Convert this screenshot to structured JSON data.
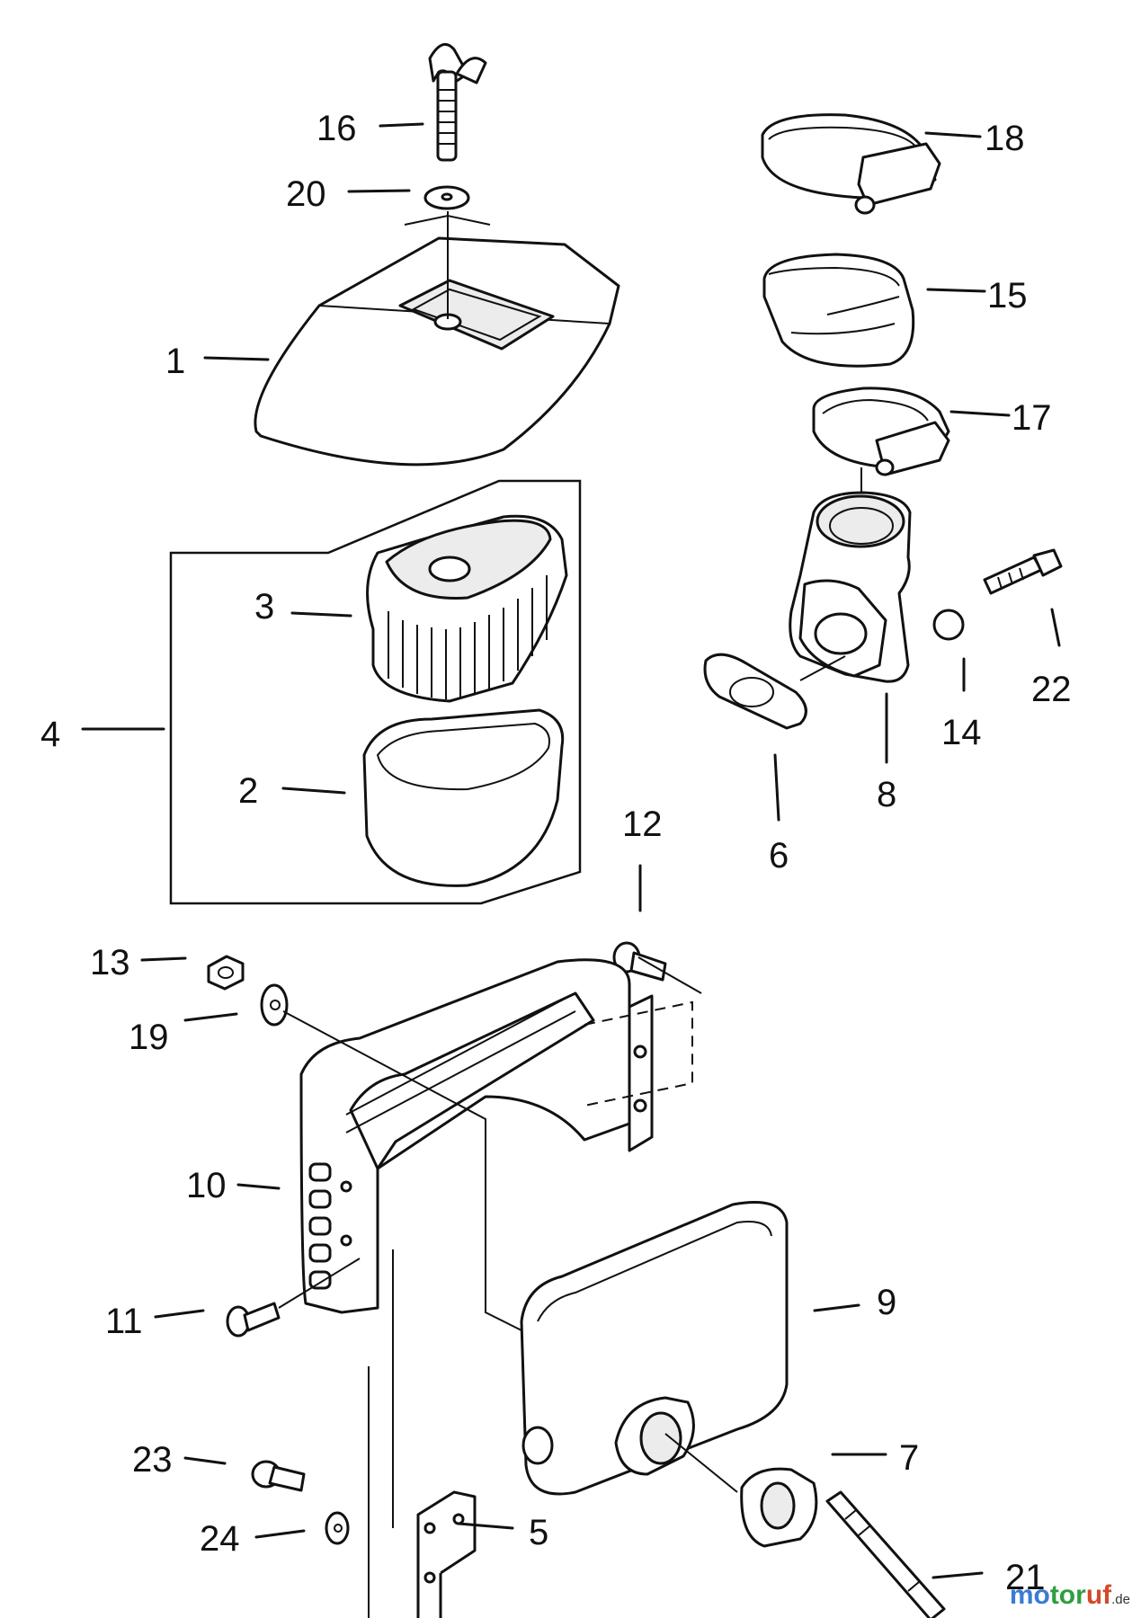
{
  "callouts": {
    "p1": "1",
    "p2": "2",
    "p3": "3",
    "p4": "4",
    "p5": "5",
    "p6": "6",
    "p7": "7",
    "p8": "8",
    "p9": "9",
    "p10": "10",
    "p11": "11",
    "p12": "12",
    "p13": "13",
    "p14": "14",
    "p15": "15",
    "p16": "16",
    "p17": "17",
    "p18": "18",
    "p19": "19",
    "p20": "20",
    "p21": "21",
    "p22": "22",
    "p23": "23",
    "p24": "24"
  },
  "watermark": {
    "part1": "mo",
    "part2": "tor",
    "part3": "uf",
    "tld": ".de",
    "colors": {
      "part1": "#3a7bd5",
      "part2": "#2e9e3e",
      "part3": "#d24a2a"
    }
  }
}
